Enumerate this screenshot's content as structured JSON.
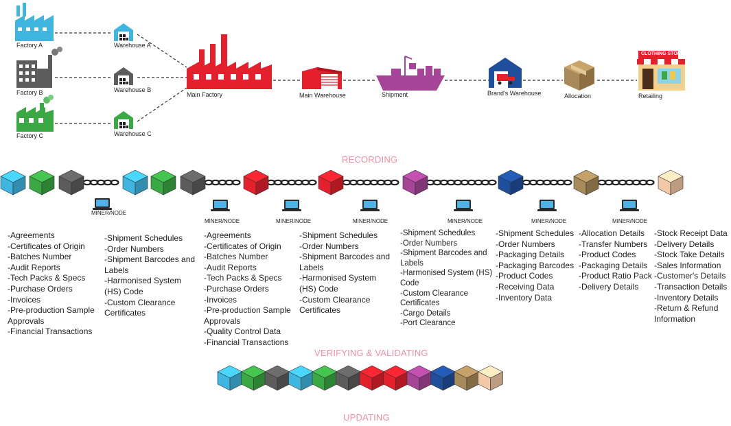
{
  "supply_chain": {
    "factory_a": "Factory A",
    "factory_b": "Factory B",
    "factory_c": "Factory C",
    "warehouse_a": "Warehouse A",
    "warehouse_b": "Warehouse B",
    "warehouse_c": "Warehouse C",
    "main_factory": "Main Factory",
    "main_warehouse": "Main Warehouse",
    "shipment": "Shipment",
    "brands_warehouse": "Brand's Warehouse",
    "allocation": "Allocation",
    "retailing": "Retailing",
    "store_sign": "CLOTHING STORE"
  },
  "sections": {
    "recording": "RECORDING",
    "verifying": "VERIFYING & VALIDATING",
    "updating": "UPDATING"
  },
  "miner_label": "MINER/NODE",
  "colors": {
    "cyan": "#3fb6e0",
    "green": "#3aa843",
    "gray": "#5c5c5c",
    "red": "#e3202b",
    "purple": "#a64597",
    "blue": "#1f4e9c",
    "tan": "#a8895a",
    "peach": "#f2c9a6",
    "pink": "#f28fa0"
  },
  "record_blocks": [
    "cyan",
    "green",
    "gray",
    "cyan",
    "green",
    "gray",
    "red",
    "red",
    "purple",
    "blue",
    "tan",
    "peach"
  ],
  "verify_blocks": [
    "cyan",
    "green",
    "gray",
    "cyan",
    "green",
    "gray",
    "red",
    "red",
    "purple",
    "blue",
    "tan",
    "peach"
  ],
  "lists": [
    [
      "-Agreements",
      "-Certificates of Origin",
      "-Batches Number",
      "-Audit Reports",
      "-Tech Packs & Specs",
      "-Purchase Orders",
      "-Invoices",
      "-Pre-production Sample Approvals",
      "-Financial Transactions"
    ],
    [
      "-Shipment Schedules",
      "-Order Numbers",
      "-Shipment Barcodes and Labels",
      "-Harmonised System (HS) Code",
      "-Custom Clearance Certificates"
    ],
    [
      "-Agreements",
      "-Certificates of Origin",
      "-Batches Number",
      "-Audit Reports",
      "-Tech Packs & Specs",
      "-Purchase Orders",
      "-Invoices",
      "-Pre-production Sample Approvals",
      "-Quality Control Data",
      "-Financial Transactions"
    ],
    [
      "-Shipment Schedules",
      "-Order Numbers",
      "-Shipment Barcodes and Labels",
      "-Harmonised System (HS) Code",
      "-Custom Clearance Certificates"
    ],
    [
      "-Shipment Schedules",
      "-Order Numbers",
      "-Shipment Barcodes and Labels",
      "-Harmonised System (HS) Code",
      "-Custom Clearance Certificates",
      "-Cargo Details",
      "-Port Clearance"
    ],
    [
      "-Shipment Schedules",
      "-Order Numbers",
      "-Packaging Details",
      "-Packaging Barcodes",
      "-Product Codes",
      "-Receiving Data",
      "-Inventory Data"
    ],
    [
      "-Allocation Details",
      "-Transfer Numbers",
      "-Product Codes",
      "-Packaging Details",
      "-Product Ratio Pack",
      "-Delivery Details"
    ],
    [
      "-Stock Receipt Data",
      "-Delivery Details",
      "-Stock Take Details",
      "-Sales Information",
      "-Customer's Details",
      "-Transaction Details",
      "-Inventory Details",
      "-Return & Refund Information"
    ]
  ]
}
